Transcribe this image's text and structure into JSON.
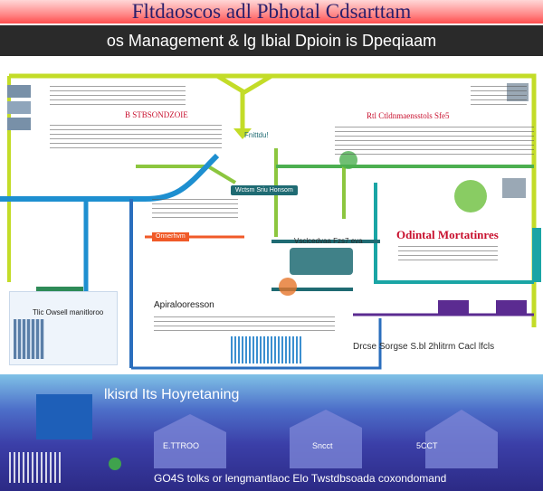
{
  "header": {
    "title": "Fltdaoscos adl Pbhotal Cdsarttam",
    "subtitle": "os Management & lg Ibial Dpioin is Dpeqiaam"
  },
  "labels": {
    "top_left_heading": "B STBSONDZOIE",
    "top_center_chip": "Fnittdu!",
    "top_right_heading": "Rtl Ctldnmaensstols Sfe5",
    "center_pill_main": "Wctsm Sriu Honsom",
    "center_pill_right": "Vsclcedvaa Fzs7 eva",
    "orange_pill": "Onnerhvm",
    "right_heading": "Odintal Mortatinres",
    "left_box_title": "Tlic Owsell manitloroo",
    "center_heading": "Apiralooresson",
    "purple_caption": "Drcse Sorgse S.bl 2hlitrm  Cacl lfcls",
    "band_title": "lkisrd Its  Hoyretaning",
    "footer": "GO4S tolks or lengmantlaoc Elo Twstdbsoada coxondomand",
    "building_labels": [
      "E.TTROO",
      "Sncct",
      "5CCT"
    ]
  },
  "colors": {
    "header_red": "#ff4d4d",
    "subtitle_bar": "#2a2a2a",
    "flow_green": "#8cc63f",
    "flow_lime": "#c3dc28",
    "flow_blue": "#1e8fd0",
    "flow_teal": "#1f6b73",
    "flow_purple": "#5b2b91",
    "flow_orange": "#f05a28",
    "band_blue": "#3b3fa8"
  }
}
